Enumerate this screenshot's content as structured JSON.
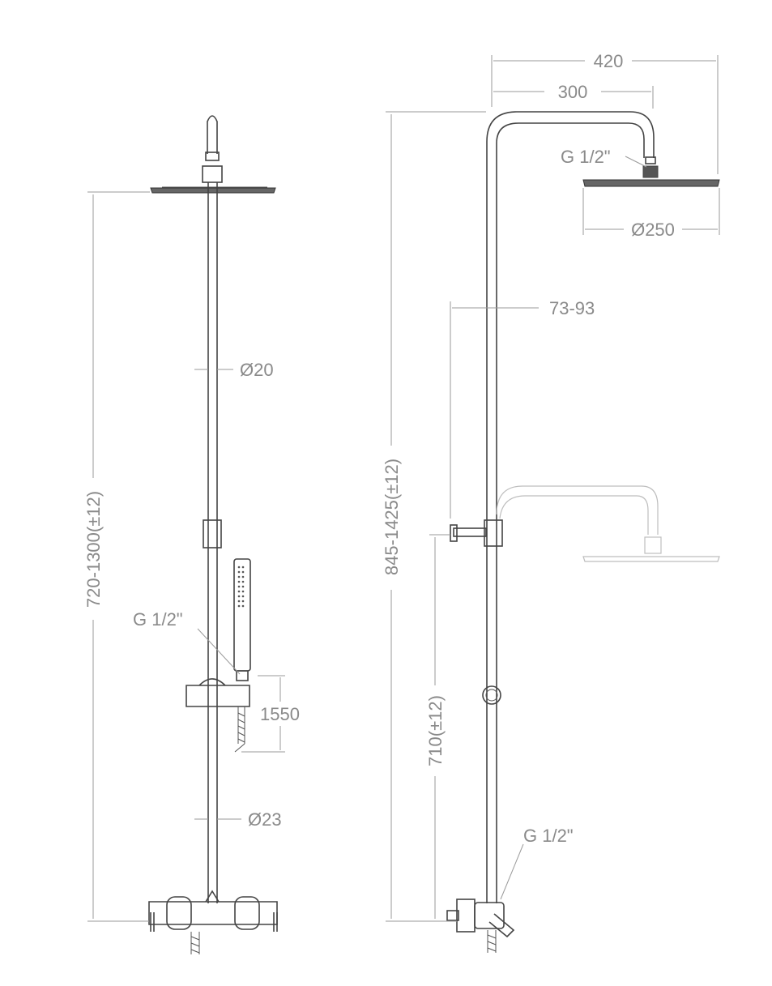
{
  "labels": {
    "front_height": "720-1300(±12)",
    "front_g_half": "G 1/2\"",
    "pipe_dia_upper": "Ø20",
    "pipe_dia_lower": "Ø23",
    "hose_length": "1550",
    "side_height": "845-1425(±12)",
    "arm_reach": "420",
    "arm_inner": "300",
    "head_g_half": "G 1/2\"",
    "head_dia": "Ø250",
    "wall_offset": "73-93",
    "mixer_height": "710(±12)",
    "side_g_half": "G 1/2\""
  }
}
